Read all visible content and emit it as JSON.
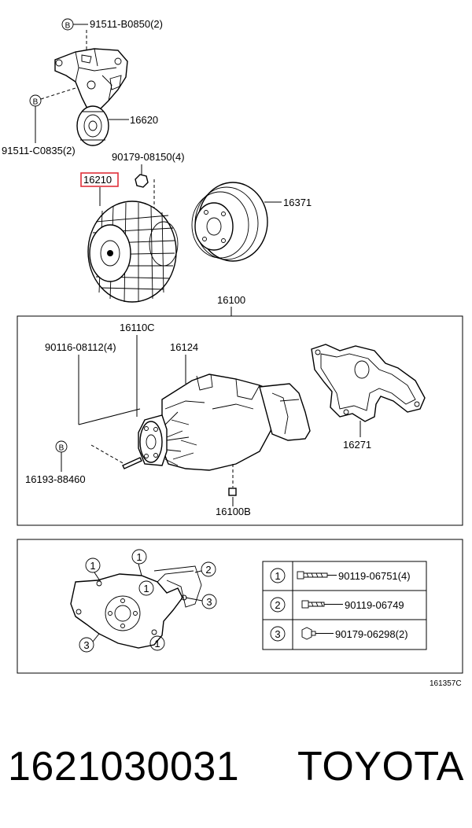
{
  "callouts": {
    "bolt_top": "91511-B0850(2)",
    "bolt_left": "91511-C0835(2)",
    "idler": "16620",
    "nut_fan": "90179-08150(4)",
    "fan_coupling": "16210",
    "pulley": "16371",
    "assembly": "16100",
    "pump_body": "16110C",
    "stud_bolts": "90116-08112(4)",
    "plug": "16124",
    "gasket": "16271",
    "stud": "16193-88460",
    "kit": "16100B",
    "b_marker": "B"
  },
  "legend": [
    {
      "num": "1",
      "code": "90119-06751(4)"
    },
    {
      "num": "2",
      "code": "90119-06749"
    },
    {
      "num": "3",
      "code": "90179-06298(2)"
    }
  ],
  "markers": [
    "1",
    "1",
    "1",
    "2",
    "3",
    "3",
    "1"
  ],
  "diagram_id": "161357C",
  "footer": {
    "part_number": "1621030031",
    "brand": "TOYOTA"
  },
  "highlight_color": "#e0303a"
}
